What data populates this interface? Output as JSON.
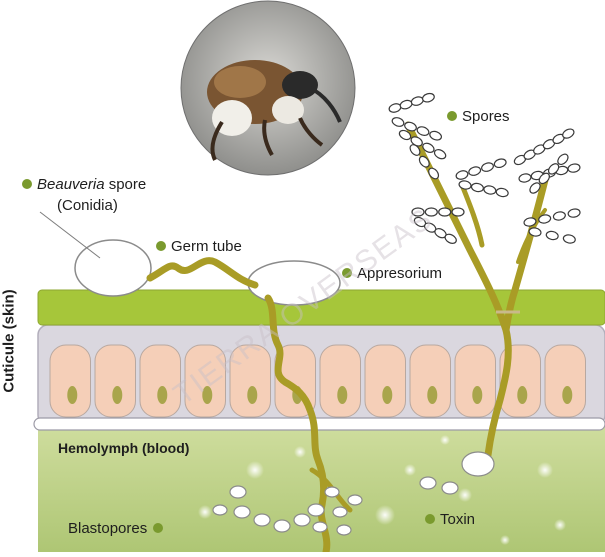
{
  "labels": {
    "beauveria_italic": "Beauveria",
    "beauveria_rest": " spore",
    "conidia": "(Conidia)",
    "germ_tube": "Germ tube",
    "appresorium": "Appresorium",
    "spores": "Spores",
    "cuticle": "Cuticule (skin)",
    "hemolymph": "Hemolymph (blood)",
    "blastopores": "Blastopores",
    "toxin": "Toxin"
  },
  "watermark": "TIERRA OVERSEAS",
  "colors": {
    "cuticle_green": "#a6c63a",
    "cell_pink": "#f5cfb8",
    "nucleus": "#a9a54c",
    "hyphae": "#a99c26",
    "hemolymph_bg": "#b9cf84",
    "label_dot": "#7a9a2e"
  },
  "icons": {
    "insect_photo": "weevil-photo-icon"
  }
}
